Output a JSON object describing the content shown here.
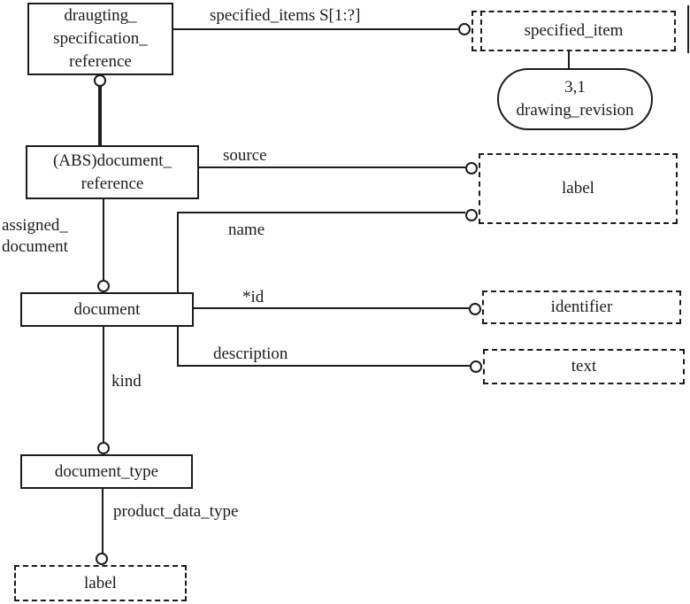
{
  "nodes": {
    "draughting_specification_reference": {
      "lines": [
        "draugting_",
        "specification_",
        "reference"
      ]
    },
    "abs_document_reference": {
      "lines": [
        "(ABS)document_",
        "reference"
      ]
    },
    "document": {
      "label": "document"
    },
    "document_type": {
      "label": "document_type"
    },
    "specified_item": {
      "label": "specified_item"
    },
    "label_top": {
      "label": "label"
    },
    "identifier": {
      "label": "identifier"
    },
    "text": {
      "label": "text"
    },
    "label_bottom": {
      "label": "label"
    },
    "drawing_revision_ref": {
      "lines": [
        "3,1",
        "drawing_revision"
      ]
    }
  },
  "relationships": {
    "specified_items": {
      "label": "specified_items S[1:?]"
    },
    "source": {
      "label": "source"
    },
    "assigned_document": {
      "lines": [
        "assigned_",
        "document"
      ]
    },
    "name": {
      "label": "name"
    },
    "id": {
      "label": "*id"
    },
    "description": {
      "label": "description"
    },
    "kind": {
      "label": "kind"
    },
    "product_data_type": {
      "label": "product_data_type"
    }
  },
  "colors": {
    "ink": "#1c1c1c",
    "background": "#fefefe"
  }
}
